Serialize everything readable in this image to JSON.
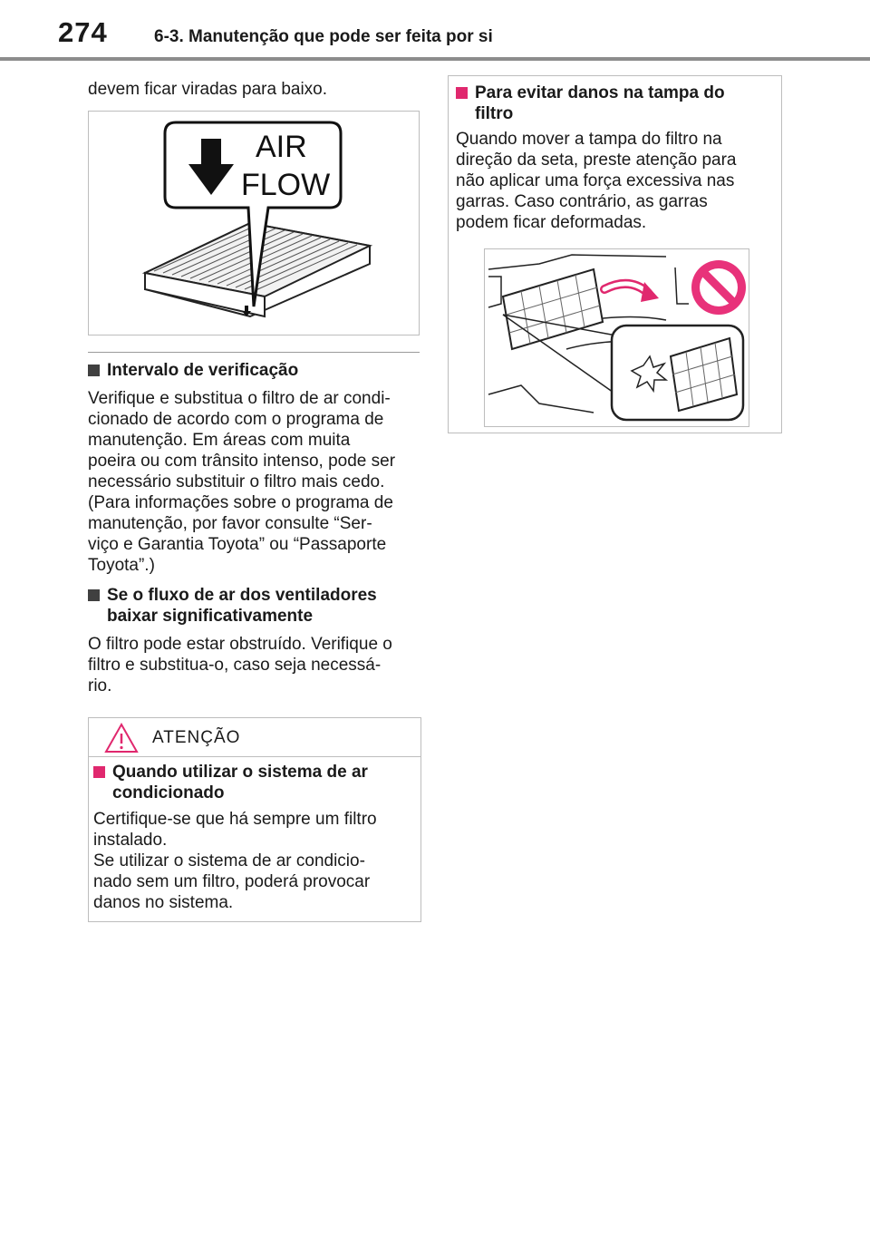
{
  "header": {
    "page_number": "274",
    "chapter": "6-3. Manutenção que pode ser feita por si"
  },
  "left": {
    "intro": "devem ficar viradas para baixo.",
    "figure1": {
      "label_line1": "AIR",
      "label_line2": "FLOW",
      "arrow_icon": "down-arrow-icon"
    },
    "section1": {
      "heading": "Intervalo de verificação",
      "lines": [
        "Verifique e substitua o filtro de ar condi-",
        "cionado de acordo com o programa de",
        "manutenção. Em áreas com muita",
        "poeira ou com trânsito intenso, pode ser",
        "necessário substituir o filtro mais cedo.",
        "(Para informações sobre o programa de",
        "manutenção, por favor consulte “Ser-",
        "viço e Garantia Toyota” ou “Passaporte",
        "Toyota”.)"
      ]
    },
    "section2": {
      "heading_line1": "Se o fluxo de ar dos ventiladores",
      "heading_line2": "baixar significativamente",
      "lines": [
        "O filtro pode estar obstruído. Verifique o",
        "filtro e substitua-o, caso seja necessá-",
        "rio."
      ]
    },
    "caution": {
      "title": "ATENÇÃO",
      "heading_line1": "Quando utilizar o sistema de ar",
      "heading_line2": "condicionado",
      "lines": [
        "Certifique-se que há sempre um filtro",
        "instalado.",
        "Se utilizar o sistema de ar condicio-",
        "nado sem um filtro, poderá provocar",
        "danos no sistema."
      ]
    }
  },
  "right": {
    "heading_line1": "Para evitar danos na tampa do",
    "heading_line2": "filtro",
    "lines": [
      "Quando mover a tampa do filtro na",
      "direção da seta, preste atenção para",
      "não aplicar uma força excessiva nas",
      "garras. Caso contrário, as garras",
      "podem ficar deformadas."
    ]
  },
  "colors": {
    "accent_pink": "#e0286e",
    "no_symbol": "#e8327a",
    "rule": "#8c8c8c"
  }
}
